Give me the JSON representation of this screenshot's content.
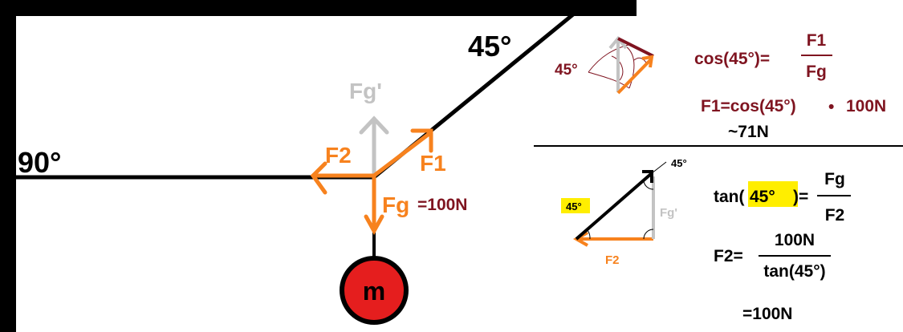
{
  "colors": {
    "black": "#000000",
    "orange": "#f7821e",
    "gray": "#c3c3c3",
    "maroon": "#7f1420",
    "mass_red": "#e51e1e",
    "highlight": "#ffee00"
  },
  "main_diagram": {
    "angle_left": "90°",
    "angle_right": "45°",
    "force_up": "Fg'",
    "force_left": "F2",
    "force_diag": "F1",
    "force_down": "Fg",
    "force_down_value": "=100N",
    "mass": "m"
  },
  "upper_right": {
    "sketch_angle": "45°",
    "cos_lhs": "cos(45°)=",
    "cos_num": "F1",
    "cos_den": "Fg",
    "f1_formula": "F1=cos(45°)",
    "f1_times": "•",
    "f1_value": "100N",
    "f1_result": "~71N"
  },
  "lower_right": {
    "angle_top": "45°",
    "angle_left": "45°",
    "side_vertical": "Fg'",
    "side_bottom": "F2",
    "tan_prefix": "tan(",
    "tan_arg": "45°",
    "tan_suffix": ")=",
    "tan_num": "Fg",
    "tan_den": "F2",
    "f2_lhs": "F2=",
    "f2_num": "100N",
    "f2_den": "tan(45°)",
    "f2_result": "=100N"
  }
}
